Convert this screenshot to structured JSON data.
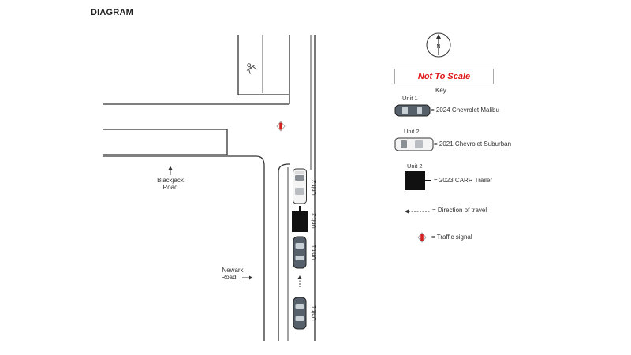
{
  "header": {
    "title": "DIAGRAM"
  },
  "roads": {
    "blackjack": {
      "line1": "Blackjack",
      "line2": "Road"
    },
    "newark": {
      "line1": "Newark",
      "line2": "Road"
    }
  },
  "scene_units": {
    "unit2_upper": "Unit 2",
    "unit2_lower": "Unit 2",
    "unit1_upper": "Unit 1",
    "unit1_lower": "Unit 1"
  },
  "legend": {
    "scale_note": "Not To Scale",
    "key_title": "Key",
    "items": [
      {
        "unit": "Unit 1",
        "text": "= 2024 Chevrolet Malibu"
      },
      {
        "unit": "Unit 2",
        "text": "= 2021 Chevrolet Suburban"
      },
      {
        "unit": "Unit 2",
        "text": "= 2023 CARR Trailer"
      },
      {
        "unit": "",
        "text": "= Direction of travel"
      },
      {
        "unit": "",
        "text": "= Traffic signal"
      }
    ]
  },
  "colors": {
    "malibu": "#55606a",
    "suburban": "#f4f4f4",
    "trailer": "#111111",
    "signal_red": "#d22020",
    "road_line": "#333333"
  },
  "icons": {
    "compass": "north-arrow-icon",
    "signal": "traffic-signal-icon",
    "direction": "direction-arrow-icon",
    "pedestrian": "pedestrian-icon"
  }
}
